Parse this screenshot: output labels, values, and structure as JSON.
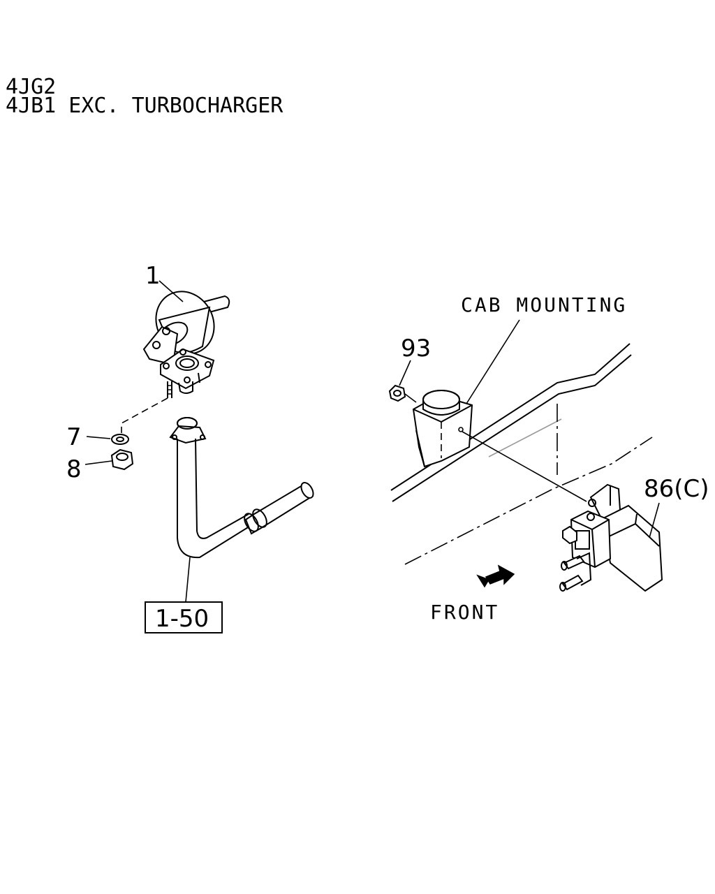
{
  "header": {
    "line1": "4JG2",
    "line2": "4JB1 EXC. TURBOCHARGER"
  },
  "callouts": {
    "part_1": "1",
    "part_7": "7",
    "part_8": "8",
    "part_93": "93",
    "part_86c": "86(C)",
    "ref_box": "1-50"
  },
  "labels": {
    "cab_mounting": "CAB MOUNTING",
    "front": "FRONT"
  }
}
